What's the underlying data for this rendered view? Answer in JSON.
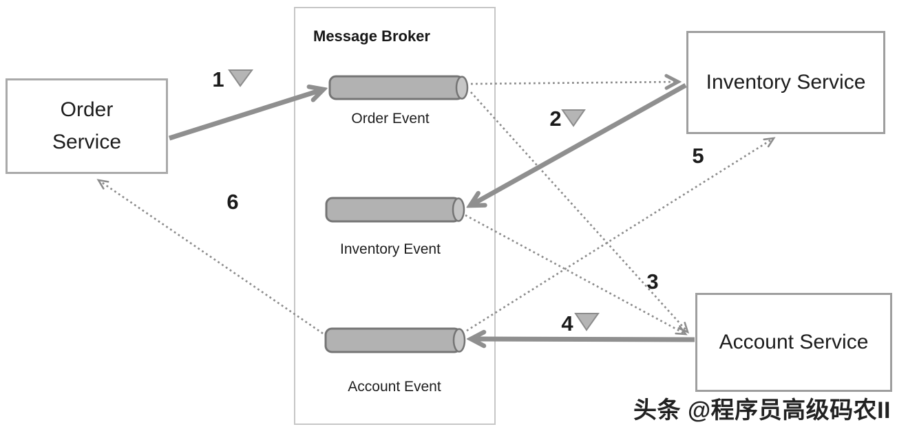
{
  "nodes": {
    "order_service": {
      "label": "Order Service"
    },
    "inventory_service": {
      "label": "Inventory Service"
    },
    "account_service": {
      "label": "Account Service"
    },
    "message_broker": {
      "title": "Message Broker",
      "queues": [
        {
          "label": "Order Event"
        },
        {
          "label": "Inventory Event"
        },
        {
          "label": "Account Event"
        }
      ]
    }
  },
  "steps": [
    {
      "n": "1",
      "marker": "triangle-down"
    },
    {
      "n": "2",
      "marker": "triangle-down"
    },
    {
      "n": "3",
      "marker": "none"
    },
    {
      "n": "4",
      "marker": "triangle-down"
    },
    {
      "n": "5",
      "marker": "none"
    },
    {
      "n": "6",
      "marker": "none"
    }
  ],
  "edges": [
    {
      "from": "Order Service",
      "to": "Order Event queue",
      "style": "solid",
      "step": "1"
    },
    {
      "from": "Order Event queue",
      "to": "Inventory Service",
      "style": "dotted",
      "step": ""
    },
    {
      "from": "Inventory Service",
      "to": "Inventory Event queue",
      "style": "solid",
      "step": "2"
    },
    {
      "from": "Order Event queue",
      "to": "Account Service",
      "style": "dotted",
      "step": ""
    },
    {
      "from": "Inventory Event queue",
      "to": "Account Service",
      "style": "dotted",
      "step": "3"
    },
    {
      "from": "Account Service",
      "to": "Account Event queue",
      "style": "solid",
      "step": "4"
    },
    {
      "from": "Account Event queue",
      "to": "Inventory Service",
      "style": "dotted",
      "step": "5"
    },
    {
      "from": "Account Event queue",
      "to": "Order Service",
      "style": "dotted",
      "step": "6"
    }
  ],
  "watermark": {
    "text": "头条 @程序员高级码农II"
  },
  "colors": {
    "line_gray": "#8c8c8c",
    "service_border": "#9e9e9e",
    "broker_border": "#c6c6c6",
    "cylinder_fill": "#b2b2b2",
    "cylinder_end_fill": "#c6c6c6",
    "cylinder_stroke": "#747474",
    "marker_fill": "#b5b5b5",
    "text": "#1d1d1d",
    "background": "#ffffff"
  }
}
